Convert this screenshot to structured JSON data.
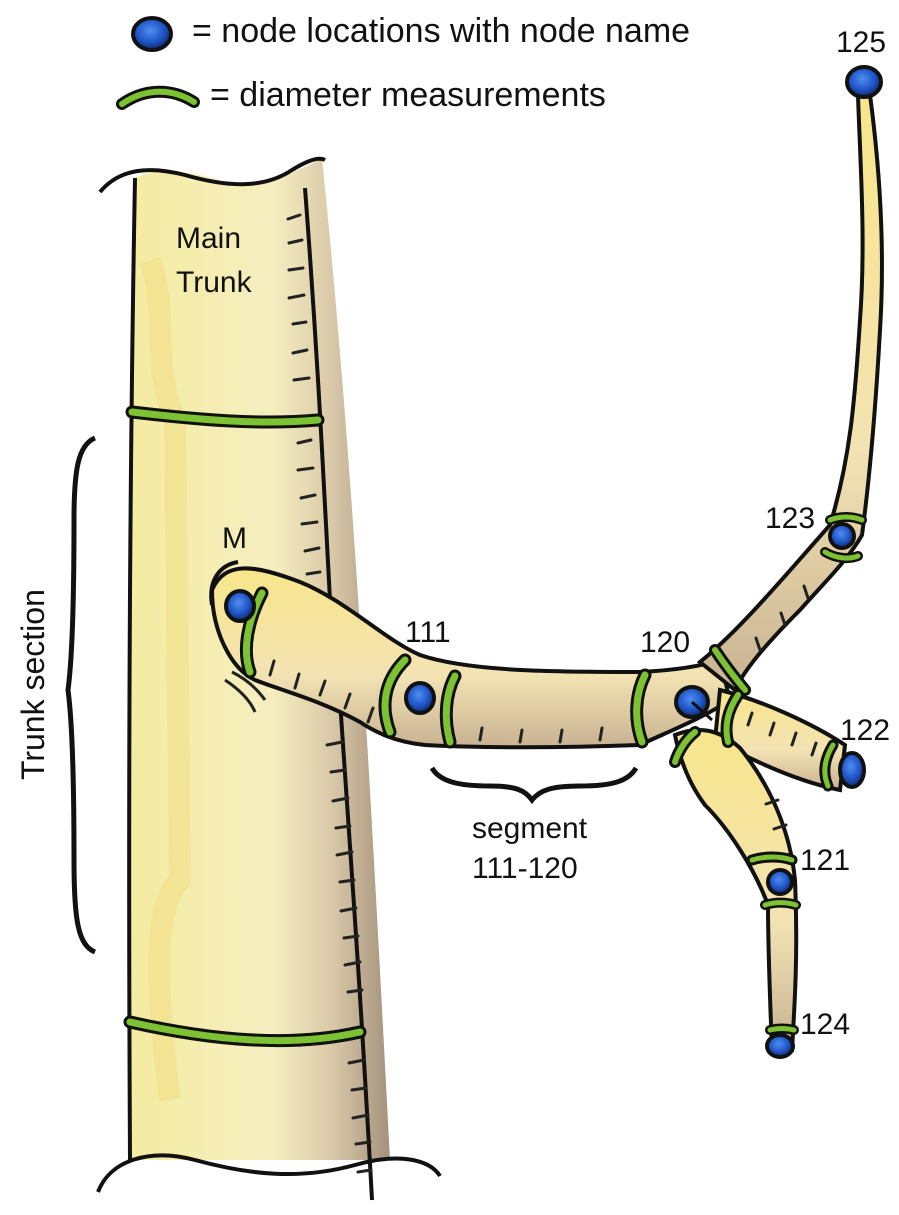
{
  "legend": {
    "node_text": "= node locations with node name",
    "diameter_text": "= diameter measurements"
  },
  "trunk": {
    "label_line1": "Main",
    "label_line2": "Trunk",
    "section_label": "Trunk section"
  },
  "segment": {
    "label_line1": "segment",
    "label_line2": "111-120"
  },
  "nodes": {
    "m": "M",
    "n111": "111",
    "n120": "120",
    "n121": "121",
    "n122": "122",
    "n123": "123",
    "n124": "124",
    "n125": "125"
  },
  "colors": {
    "node_blue": "#1f55c8",
    "measure_green": "#7cc233",
    "bark_yellow": "#f2e6a2",
    "shadow_brown": "#a08a72",
    "outline": "#111111"
  }
}
